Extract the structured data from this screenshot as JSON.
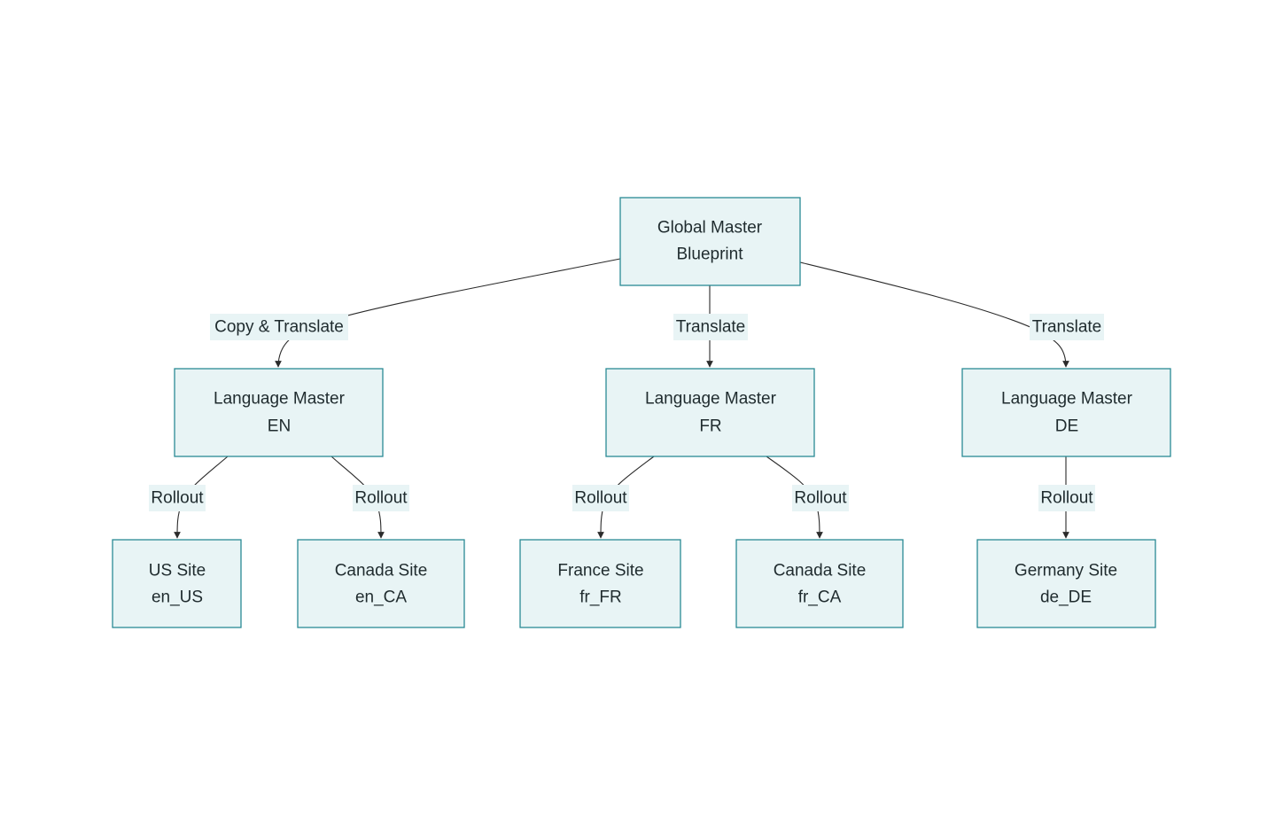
{
  "colors": {
    "node_fill": "#e8f4f5",
    "node_border": "#2a8a94",
    "edge": "#2b2b2b",
    "text": "#1f2b2e",
    "label_bg": "#e8f4f5"
  },
  "nodes": {
    "global": {
      "line1": "Global Master",
      "line2": "Blueprint"
    },
    "lm_en": {
      "line1": "Language Master",
      "line2": "EN"
    },
    "lm_fr": {
      "line1": "Language Master",
      "line2": "FR"
    },
    "lm_de": {
      "line1": "Language Master",
      "line2": "DE"
    },
    "us": {
      "line1": "US Site",
      "line2": "en_US"
    },
    "ca_en": {
      "line1": "Canada Site",
      "line2": "en_CA"
    },
    "fr": {
      "line1": "France Site",
      "line2": "fr_FR"
    },
    "ca_fr": {
      "line1": "Canada Site",
      "line2": "fr_CA"
    },
    "de": {
      "line1": "Germany Site",
      "line2": "de_DE"
    }
  },
  "edges": {
    "global_en": {
      "label": "Copy & Translate"
    },
    "global_fr": {
      "label": "Translate"
    },
    "global_de": {
      "label": "Translate"
    },
    "en_us": {
      "label": "Rollout"
    },
    "en_ca": {
      "label": "Rollout"
    },
    "fr_fr": {
      "label": "Rollout"
    },
    "fr_ca": {
      "label": "Rollout"
    },
    "de_de": {
      "label": "Rollout"
    }
  }
}
